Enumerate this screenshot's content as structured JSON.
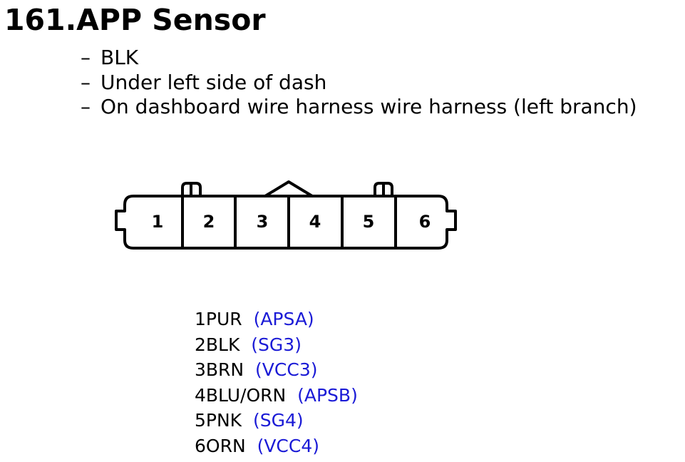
{
  "title": "161.APP Sensor",
  "notes": [
    "BLK",
    "Under left side of dash",
    "On dashboard wire harness wire harness (left branch)"
  ],
  "note_dash": "–",
  "connector": {
    "pins": [
      "1",
      "2",
      "3",
      "4",
      "5",
      "6"
    ]
  },
  "pinout": [
    {
      "pin_wire": "1PUR",
      "signal": "(APSA)"
    },
    {
      "pin_wire": "2BLK",
      "signal": "(SG3)"
    },
    {
      "pin_wire": "3BRN",
      "signal": "(VCC3)"
    },
    {
      "pin_wire": "4BLU/ORN",
      "signal": "(APSB)"
    },
    {
      "pin_wire": "5PNK",
      "signal": "(SG4)"
    },
    {
      "pin_wire": "6ORN",
      "signal": "(VCC4)"
    }
  ],
  "colors": {
    "signal_text": "#1a1ad6",
    "line": "#000000"
  }
}
